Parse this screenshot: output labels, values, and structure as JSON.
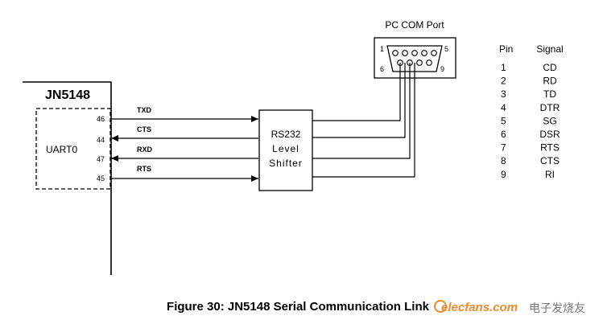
{
  "chip": {
    "name": "JN5148",
    "uart_label": "UART0"
  },
  "signals": [
    {
      "name": "TXD",
      "pin": "46"
    },
    {
      "name": "CTS",
      "pin": "44"
    },
    {
      "name": "RXD",
      "pin": "47"
    },
    {
      "name": "RTS",
      "pin": "45"
    }
  ],
  "shifter": {
    "line1": "RS232",
    "line2": "Level",
    "line3": "Shifter"
  },
  "connector": {
    "title": "PC COM Port",
    "pin_top_left": "1",
    "pin_top_right": "5",
    "pin_bottom_left": "6",
    "pin_bottom_right": "9"
  },
  "pin_table": {
    "header_pin": "Pin",
    "header_signal": "Signal",
    "rows": [
      {
        "pin": "1",
        "signal": "CD"
      },
      {
        "pin": "2",
        "signal": "RD"
      },
      {
        "pin": "3",
        "signal": "TD"
      },
      {
        "pin": "4",
        "signal": "DTR"
      },
      {
        "pin": "5",
        "signal": "SG"
      },
      {
        "pin": "6",
        "signal": "DSR"
      },
      {
        "pin": "7",
        "signal": "RTS"
      },
      {
        "pin": "8",
        "signal": "CTS"
      },
      {
        "pin": "9",
        "signal": "RI"
      }
    ]
  },
  "caption": "Figure 30: JN5148 Serial Communication Link",
  "watermark": {
    "site": "elecfans.com",
    "cn": "电子发烧友"
  }
}
